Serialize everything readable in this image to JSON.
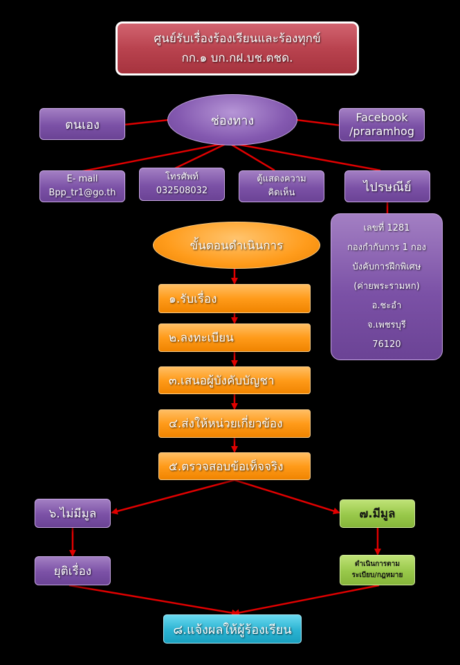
{
  "colors": {
    "background": "#000000",
    "title_fill": "#b9434f",
    "purple_box": "#7b51a6",
    "orange_box": "#ff9b1a",
    "green_box": "#98c84a",
    "cyan_box": "#2bb3d2",
    "connector": "#e00000"
  },
  "title": {
    "line1": "ศูนย์รับเรื่องร้องเรียนและร้องทุกข์",
    "line2": "กก.๑ บก.กฝ.บช.ตชด."
  },
  "channels": {
    "center": "ช่องทาง",
    "self": "ตนเอง",
    "facebook": "Facebook /praramhog",
    "email_label": "E- mail",
    "email_address": "Bpp_tr1@go.th",
    "phone_label": "โทรศัพท์",
    "phone_number": "032508032",
    "opinion_box_line1": "ตู้แสดงความ",
    "opinion_box_line2": "คิดเห็น",
    "post": "ไปรษณีย์"
  },
  "address": [
    "เลขที่ 1281",
    "กองกำกับการ 1 กอง",
    "บังคับการฝึกพิเศษ",
    "(ค่ายพระรามหก)",
    "อ.ชะอำ",
    "จ.เพชรบุรี",
    "76120"
  ],
  "process": {
    "header": "ขั้นตอนดำเนินการ",
    "steps": [
      "๑.รับเรื่อง",
      "๒.ลงทะเบียน",
      "๓.เสนอผู้บังคับบัญชา",
      "๔.ส่งให้หน่วยเกี่ยวข้อง",
      "๕.ตรวจสอบข้อเท็จจริง"
    ]
  },
  "outcomes": {
    "no_merit": "๖.ไม่มีมูล",
    "end_case": "ยุติเรื่อง",
    "has_merit": "๗.มีมูล",
    "action_line1": "ดำเนินการตาม",
    "action_line2": "ระเบียบ/กฎหมาย",
    "notify": "๘.แจ้งผลให้ผู้ร้องเรียน"
  }
}
